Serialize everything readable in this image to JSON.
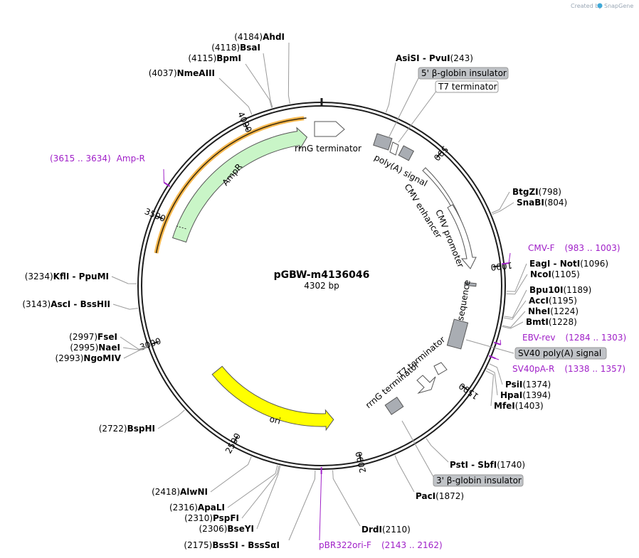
{
  "credit": {
    "prefix": "Created by",
    "brand": "SnapGene"
  },
  "map": {
    "name": "pGBW-m4136046",
    "length_label": "4302 bp",
    "total_bp": 4302
  },
  "ticks": [
    {
      "bp": 500,
      "label": "500"
    },
    {
      "bp": 1000,
      "label": "1000"
    },
    {
      "bp": 1500,
      "label": "1500"
    },
    {
      "bp": 2000,
      "label": "2000"
    },
    {
      "bp": 2500,
      "label": "2500"
    },
    {
      "bp": 3000,
      "label": "3000"
    },
    {
      "bp": 3500,
      "label": "3500"
    },
    {
      "bp": 4000,
      "label": "4000"
    }
  ],
  "sites": [
    {
      "name": "AhdI",
      "pos": "(4184)",
      "bp": 4184
    },
    {
      "name": "BsaI",
      "pos": "(4118)",
      "bp": 4118
    },
    {
      "name": "BpmI",
      "pos": "(4115)",
      "bp": 4115
    },
    {
      "name": "NmeAIII",
      "pos": "(4037)",
      "bp": 4037
    },
    {
      "name": "AsiSI",
      "name2": "PvuI",
      "pos": "(243)",
      "bp": 243
    },
    {
      "name": "BtgZI",
      "pos": "(798)",
      "bp": 798
    },
    {
      "name": "SnaBI",
      "pos": "(804)",
      "bp": 804
    },
    {
      "name": "EagI",
      "name2": "NotI",
      "pos": "(1096)",
      "bp": 1096
    },
    {
      "name": "NcoI",
      "pos": "(1105)",
      "bp": 1105
    },
    {
      "name": "Bpu10I",
      "pos": "(1189)",
      "bp": 1189
    },
    {
      "name": "AccI",
      "pos": "(1195)",
      "bp": 1195
    },
    {
      "name": "NheI",
      "pos": "(1224)",
      "bp": 1224
    },
    {
      "name": "BmtI",
      "pos": "(1228)",
      "bp": 1228
    },
    {
      "name": "PsiI",
      "pos": "(1374)",
      "bp": 1374
    },
    {
      "name": "HpaI",
      "pos": "(1394)",
      "bp": 1394
    },
    {
      "name": "MfeI",
      "pos": "(1403)",
      "bp": 1403
    },
    {
      "name": "PstI",
      "name2": "SbfI",
      "pos": "(1740)",
      "bp": 1740
    },
    {
      "name": "PacI",
      "pos": "(1872)",
      "bp": 1872
    },
    {
      "name": "DrdI",
      "pos": "(2110)",
      "bp": 2110
    },
    {
      "name": "BssSI",
      "name2": "BssSαI",
      "pos": "(2175)",
      "bp": 2175
    },
    {
      "name": "BseYI",
      "pos": "(2306)",
      "bp": 2306
    },
    {
      "name": "PspFI",
      "pos": "(2310)",
      "bp": 2310
    },
    {
      "name": "ApaLI",
      "pos": "(2316)",
      "bp": 2316
    },
    {
      "name": "AlwNI",
      "pos": "(2418)",
      "bp": 2418
    },
    {
      "name": "BspHI",
      "pos": "(2722)",
      "bp": 2722
    },
    {
      "name": "NgoMIV",
      "pos": "(2993)",
      "bp": 2993
    },
    {
      "name": "NaeI",
      "pos": "(2995)",
      "bp": 2995
    },
    {
      "name": "FseI",
      "pos": "(2997)",
      "bp": 2997
    },
    {
      "name": "AscI",
      "name2": "BssHII",
      "pos": "(3143)",
      "bp": 3143
    },
    {
      "name": "KflI",
      "name2": "PpuMI",
      "pos": "(3234)",
      "bp": 3234
    }
  ],
  "primers": [
    {
      "name": "Amp-R",
      "range": "(3615 .. 3634)",
      "bp": 3624
    },
    {
      "name": "CMV-F",
      "range": "(983 .. 1003)",
      "bp": 993
    },
    {
      "name": "EBV-rev",
      "range": "(1284 .. 1303)",
      "bp": 1293
    },
    {
      "name": "SV40pA-R",
      "range": "(1338 .. 1357)",
      "bp": 1347
    },
    {
      "name": "pBR322ori-F",
      "range": "(2143 .. 2162)",
      "bp": 2152
    }
  ],
  "boxed_labels": [
    {
      "text": "5' β-globin insulator",
      "style": "grey"
    },
    {
      "text": "T7 terminator",
      "style": "white"
    },
    {
      "text": "SV40 poly(A) signal",
      "style": "grey"
    },
    {
      "text": "3' β-globin insulator",
      "style": "grey"
    }
  ],
  "features": [
    {
      "name": "rrnG terminator",
      "kind": "terminator-top"
    },
    {
      "name": "poly(A) signal",
      "kind": "label"
    },
    {
      "name": "CMV enhancer",
      "kind": "label"
    },
    {
      "name": "CMV promoter",
      "kind": "label"
    },
    {
      "name": "Kozak sequence",
      "kind": "label"
    },
    {
      "name": "T7 terminator",
      "kind": "label"
    },
    {
      "name": "rrnG terminator",
      "kind": "label"
    },
    {
      "name": "AmpR",
      "kind": "label"
    },
    {
      "name": "ori",
      "kind": "label"
    }
  ],
  "colors": {
    "ampr_fill": "#c9f5c7",
    "highlight": "#f5a623",
    "ori_fill": "#ffff00",
    "grey_box": "#a9adb3",
    "primer": "#a020c8"
  }
}
